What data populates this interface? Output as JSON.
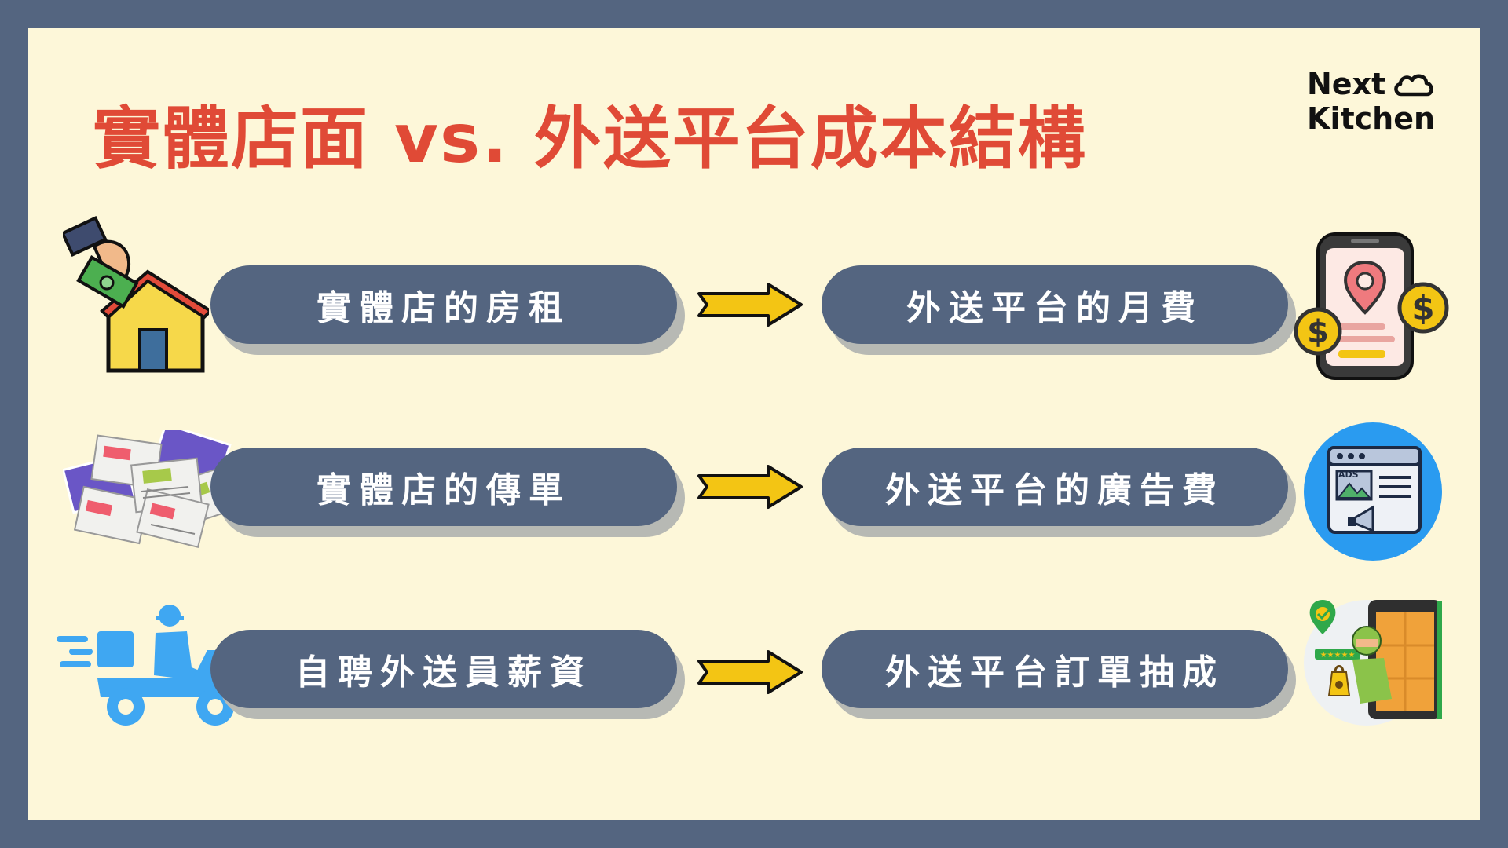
{
  "title": "實體店面 vs. 外送平台成本結構",
  "logo": {
    "line1": "Next",
    "line2": "Kitchen"
  },
  "rows": [
    {
      "left_label": "實體店的房租",
      "right_label": "外送平台的月費",
      "left_icon": "hand-paying-rent-house-icon",
      "right_icon": "phone-location-dollar-icon"
    },
    {
      "left_label": "實體店的傳單",
      "right_label": "外送平台的廣告費",
      "left_icon": "flyers-stack-icon",
      "right_icon": "browser-ads-megaphone-icon"
    },
    {
      "left_label": "自聘外送員薪資",
      "right_label": "外送平台訂單抽成",
      "left_icon": "delivery-scooter-icon",
      "right_icon": "courier-phone-delivery-icon"
    }
  ],
  "ads_text": "ADS",
  "colors": {
    "frame": "#546580",
    "background": "#fdf7d9",
    "title": "#e04a36",
    "pill": "#546580",
    "pill_shadow": "#b7b9b4",
    "arrow": "#f3c514"
  }
}
